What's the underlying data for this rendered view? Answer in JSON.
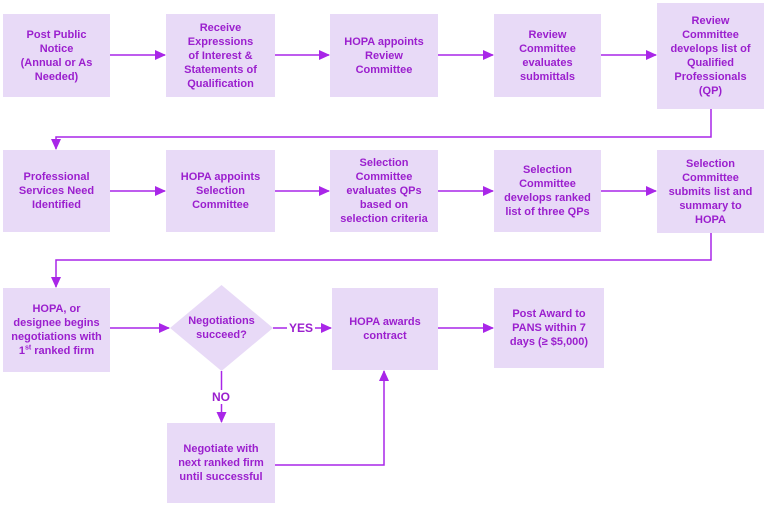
{
  "colors": {
    "box_fill": "#E8DAF7",
    "text": "#9B1FCE",
    "line": "#A926E8",
    "label_bg": "#FFFFFF"
  },
  "row1": [
    {
      "label": "Post Public\nNotice\n(Annual or As\nNeeded)"
    },
    {
      "label": "Receive\nExpressions\nof Interest &\nStatements of\nQualification"
    },
    {
      "label": "HOPA appoints\nReview\nCommittee"
    },
    {
      "label": "Review\nCommittee\nevaluates\nsubmittals"
    },
    {
      "label": "Review\nCommittee\ndevelops list of\nQualified\nProfessionals\n(QP)"
    }
  ],
  "row2": [
    {
      "label": "Professional\nServices Need\nIdentified"
    },
    {
      "label": "HOPA appoints\nSelection\nCommittee"
    },
    {
      "label": "Selection\nCommittee\nevaluates QPs\nbased on\nselection criteria"
    },
    {
      "label": "Selection\nCommittee\ndevelops ranked\nlist of three QPs"
    },
    {
      "label": "Selection\nCommittee\nsubmits list and\nsummary to\nHOPA"
    }
  ],
  "row3": {
    "negotiations_start": {
      "label_pre": "HOPA, or\ndesignee begins\nnegotiations with\n1",
      "label_sup": "st",
      "label_post": " ranked firm"
    },
    "decision": {
      "label": "Negotiations\nsucceed?"
    },
    "award": {
      "label": "HOPA awards\ncontract"
    },
    "post_award": {
      "label": "Post Award to\nPANS within 7\ndays (≥ $5,000)"
    }
  },
  "row4": {
    "negotiate_next": {
      "label": "Negotiate with\nnext ranked firm\nuntil successful"
    }
  },
  "edge_labels": {
    "yes": "YES",
    "no": "NO"
  }
}
